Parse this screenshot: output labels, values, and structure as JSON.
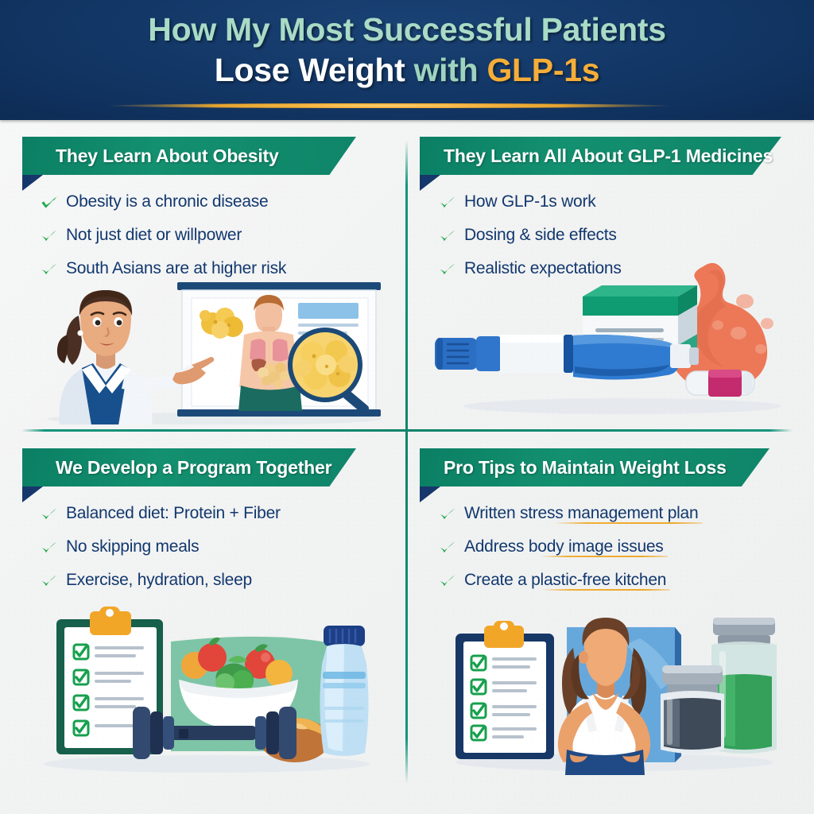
{
  "header": {
    "title_line1": "How My Most Successful Patients",
    "title_line2_part1": "Lose Weight",
    "title_line2_part2": "with",
    "title_line2_part3": "GLP-1s",
    "background_color": "#133868",
    "mint_color": "#a9dbc6",
    "gold_color": "#f6ae38",
    "rule_color": "#f4b441"
  },
  "theme": {
    "banner_green": "#0f8569",
    "text_navy": "#12386e",
    "check_green": "#1da84a",
    "divider_teal": "#0e8369",
    "page_background": "#f2f3f3"
  },
  "quadrants": [
    {
      "id": "top-left",
      "banner_label": "They Learn About Obesity",
      "bullets": [
        {
          "label": "Obesity is a chronic disease",
          "underlined": false
        },
        {
          "label": "Not just diet or willpower",
          "underlined": false
        },
        {
          "label": "South Asians are at higher risk",
          "underlined": false
        }
      ],
      "illustration": "doctor-pointing-at-anatomy-chart"
    },
    {
      "id": "top-right",
      "banner_label": "They Learn All About GLP-1 Medicines",
      "bullets": [
        {
          "label": "How GLP-1s work",
          "underlined": false
        },
        {
          "label": "Dosing & side effects",
          "underlined": false
        },
        {
          "label": "Realistic expectations",
          "underlined": false
        }
      ],
      "illustration": "injection-pen-medicine-box-stomach"
    },
    {
      "id": "bottom-left",
      "banner_label": "We Develop a Program Together",
      "bullets": [
        {
          "label": "Balanced diet: Protein + Fiber",
          "underlined": false
        },
        {
          "label": "No skipping meals",
          "underlined": false
        },
        {
          "label": "Exercise, hydration, sleep",
          "underlined": false
        }
      ],
      "illustration": "clipboard-salad-dumbbell-water-bottle"
    },
    {
      "id": "bottom-right",
      "banner_label": "Pro Tips to Maintain Weight Loss",
      "bullets": [
        {
          "label": "Written stress management plan",
          "underlined": true
        },
        {
          "label": "Address body image issues",
          "underlined": true
        },
        {
          "label": "Create a plastic-free kitchen",
          "underlined": true
        }
      ],
      "illustration": "clipboard-woman-supplement-jars"
    }
  ],
  "icons": {
    "check": "check-icon"
  }
}
